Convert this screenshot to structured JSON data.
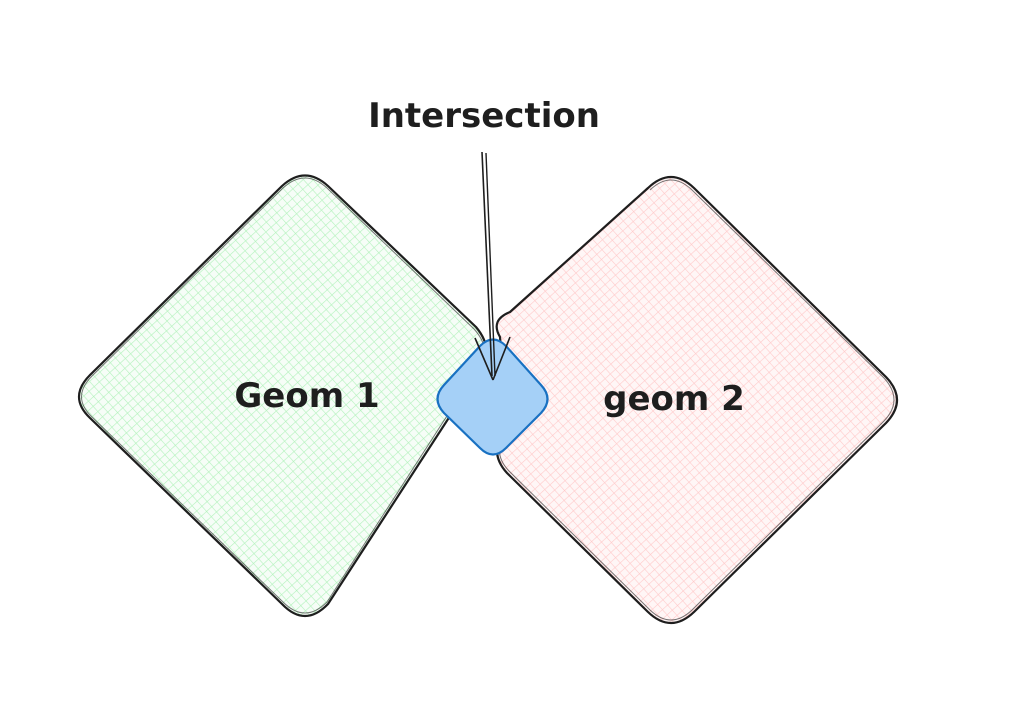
{
  "diagram": {
    "annotation": {
      "text": "Intersection"
    },
    "shapes": [
      {
        "id": "geom1",
        "label": "Geom 1",
        "fill": "#b2f2bb",
        "stroke": "#1e1e1e"
      },
      {
        "id": "geom2",
        "label": "geom 2",
        "fill": "#ffc9c9",
        "stroke": "#1e1e1e"
      }
    ],
    "intersection": {
      "fill": "#a5d0f7",
      "stroke": "#1971c2"
    },
    "arrow": {
      "color": "#1e1e1e"
    }
  }
}
